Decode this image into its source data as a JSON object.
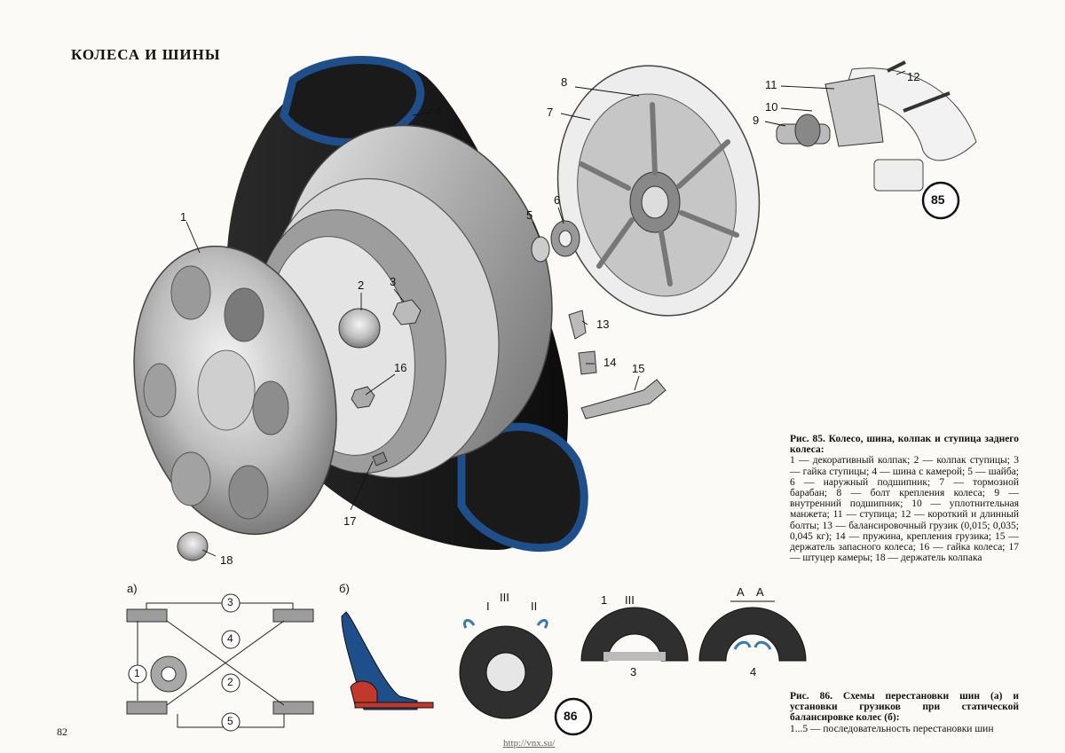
{
  "page": {
    "title": "КОЛЕСА И ШИНЫ",
    "page_number": "82",
    "watermark": "http://vnx.su/"
  },
  "fig85": {
    "caption_head": "Рис. 85. Колесо, шина, колпак и ступица заднего колеса:",
    "caption_body": "1 — декоративный колпак; 2 — колпак ступицы; 3 — гайка ступицы; 4 — шина с камерой; 5 — шайба; 6 — наружный подшипник; 7 — тормозной барабан; 8 — болт крепления колеса; 9 — внутренний подшипник; 10 — уплотнительная манжета; 11 — ступица; 12 — короткий и длинный болты; 13 — балансировочный грузик (0,015; 0,035; 0,045 кг); 14 — пружина, крепления грузика; 15 — держатель запасного колеса; 16 — гайка колеса; 17 — штуцер камеры; 18 — держатель колпака",
    "badge": "85",
    "callouts": [
      "1",
      "2",
      "3",
      "4",
      "5",
      "6",
      "7",
      "8",
      "9",
      "10",
      "11",
      "12",
      "13",
      "14",
      "15",
      "16",
      "17",
      "18"
    ]
  },
  "fig86": {
    "caption_head": "Рис. 86. Схемы перестановки шин (а) и установки грузиков при статической балансировке колес (б):",
    "caption_body": "1...5 — последовательность перестановки шин",
    "badge": "86",
    "label_a": "а)",
    "label_b": "б)",
    "rotation_numbers": [
      "1",
      "2",
      "3",
      "4",
      "5"
    ],
    "tire_marks": {
      "t1": [
        "I",
        "III",
        "II"
      ],
      "t2": [
        "1",
        "III",
        "3"
      ],
      "t3": [
        "A",
        "A",
        "4"
      ]
    }
  },
  "colors": {
    "tire_blue": "#1f4f8a",
    "badge_red": "#c0392b",
    "arrow_blue": "#3a78b8"
  }
}
